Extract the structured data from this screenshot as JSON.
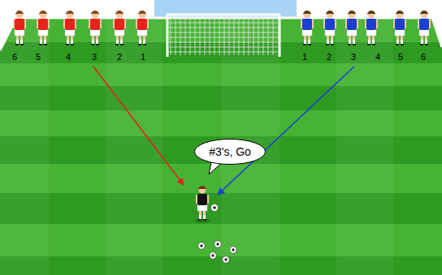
{
  "diagram": {
    "nodes": [
      {
        "text": [
          "#3's, Go"
        ]
      }
    ],
    "labels": [
      "6",
      "5",
      "4",
      "3",
      "2",
      "1",
      "1",
      "2",
      "3",
      "4",
      "5",
      "6"
    ]
  }
}
